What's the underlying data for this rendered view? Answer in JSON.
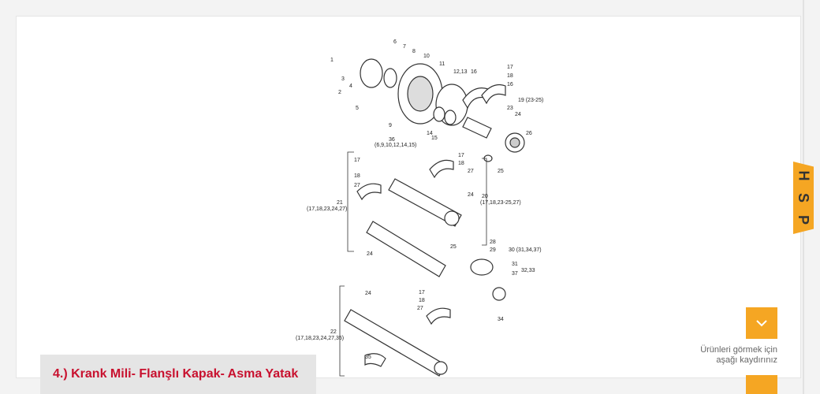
{
  "caption": {
    "title": "4.) Krank Mili- Flanşlı Kapak- Asma Yatak"
  },
  "scroll_hint": {
    "line1": "Ürünleri görmek için",
    "line2": "aşağı kaydırınız"
  },
  "logo": {
    "letters": [
      "H",
      "S",
      "P"
    ]
  },
  "drawing": {
    "labels": [
      "1",
      "2",
      "3",
      "4",
      "5",
      "6",
      "7",
      "8",
      "9",
      "10",
      "11",
      "12,13",
      "14",
      "15",
      "16",
      "16",
      "17",
      "18",
      "19 (23-25)",
      "23",
      "24",
      "26",
      "25",
      "36",
      "(6,9,10,12,14,15)",
      "17",
      "18",
      "27",
      "17",
      "18",
      "27",
      "21",
      "(17,18,23,24,27)",
      "20",
      "(17,18,23-25,27)",
      "24",
      "25",
      "24",
      "28",
      "29",
      "30 (31,34,37)",
      "31",
      "32,33",
      "37",
      "17",
      "18",
      "27",
      "24",
      "22",
      "(17,18,23,24,27,35)",
      "34",
      "35"
    ]
  },
  "icons": {
    "scroll": "chevron-down-icon"
  },
  "colors": {
    "accent": "#f5a623",
    "caption_text": "#c8102e",
    "caption_bg": "#e5e5e5"
  }
}
